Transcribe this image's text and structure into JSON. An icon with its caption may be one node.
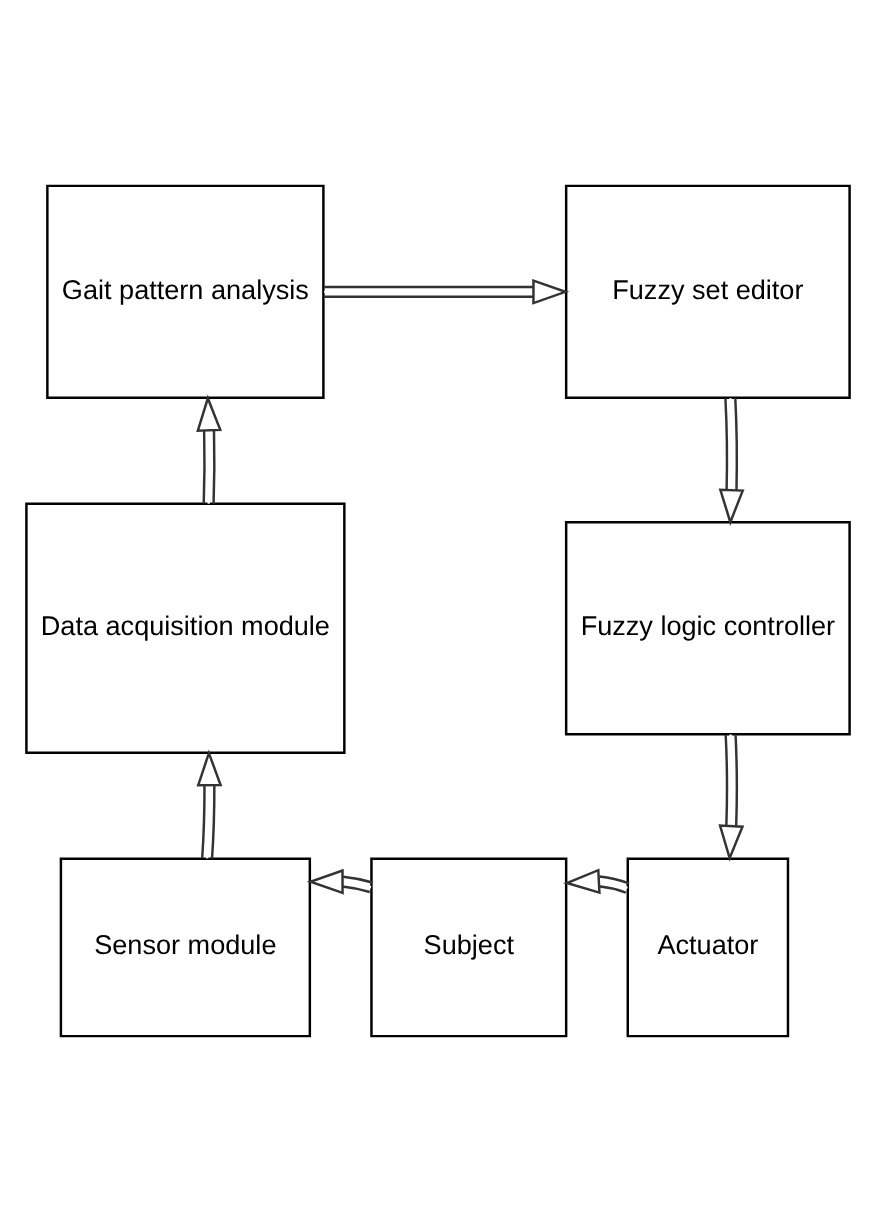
{
  "diagram": {
    "nodes": [
      {
        "text": [
          "Gait pattern analysis"
        ]
      },
      {
        "text": [
          "Fuzzy set editor"
        ]
      },
      {
        "text": [
          "Data acquisition module"
        ]
      },
      {
        "text": [
          "Fuzzy logic controller"
        ]
      },
      {
        "text": [
          "Sensor module"
        ]
      },
      {
        "text": [
          "Subject"
        ]
      },
      {
        "text": [
          "Actuator"
        ]
      }
    ],
    "edges": [
      {
        "from": 0,
        "to": 1,
        "arrow": "to"
      },
      {
        "from": 1,
        "to": 3,
        "arrow": "to"
      },
      {
        "from": 3,
        "to": 6,
        "arrow": "to"
      },
      {
        "from": 6,
        "to": 5,
        "arrow": "to"
      },
      {
        "from": 5,
        "to": 4,
        "arrow": "to"
      },
      {
        "from": 4,
        "to": 2,
        "arrow": "to"
      },
      {
        "from": 2,
        "to": 0,
        "arrow": "to"
      }
    ]
  }
}
